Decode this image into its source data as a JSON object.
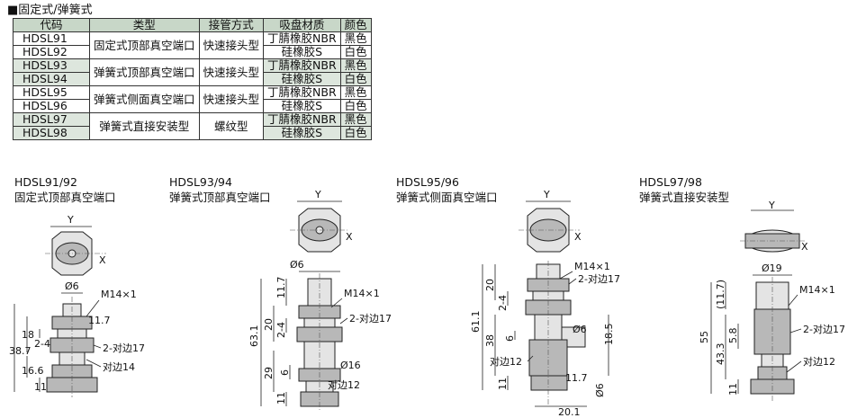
{
  "section_title": "■固定式/弹簧式",
  "table": {
    "headers": [
      "代码",
      "类型",
      "接管方式",
      "吸盘材质",
      "颜色"
    ],
    "rows": [
      {
        "code": "HDSL91",
        "type": "固定式顶部真空端口",
        "conn": "快速接头型",
        "material": "丁腈橡胶NBR",
        "color": "黑色"
      },
      {
        "code": "HDSL92",
        "type": "",
        "conn": "",
        "material": "硅橡胶S",
        "color": "白色"
      },
      {
        "code": "HDSL93",
        "type": "弹簧式顶部真空端口",
        "conn": "快速接头型",
        "material": "丁腈橡胶NBR",
        "color": "黑色"
      },
      {
        "code": "HDSL94",
        "type": "",
        "conn": "",
        "material": "硅橡胶S",
        "color": "白色"
      },
      {
        "code": "HDSL95",
        "type": "弹簧式侧面真空端口",
        "conn": "快速接头型",
        "material": "丁腈橡胶NBR",
        "color": "黑色"
      },
      {
        "code": "HDSL96",
        "type": "",
        "conn": "",
        "material": "硅橡胶S",
        "color": "白色"
      },
      {
        "code": "HDSL97",
        "type": "弹簧式直接安装型",
        "conn": "螺纹型",
        "material": "丁腈橡胶NBR",
        "color": "黑色"
      },
      {
        "code": "HDSL98",
        "type": "",
        "conn": "",
        "material": "硅橡胶S",
        "color": "白色"
      }
    ]
  },
  "drawings": [
    {
      "code": "HDSL91/92",
      "name": "固定式顶部真空端口",
      "dims": {
        "y": "Y",
        "x": "X",
        "d6": "Ø6",
        "thread": "M14×1",
        "h_total": "38.7",
        "h18": "18",
        "h24": "2-4",
        "h166": "16.6",
        "h11": "11",
        "h17": "11.7",
        "w17": "2-对边17",
        "w14": "对边14"
      }
    },
    {
      "code": "HDSL93/94",
      "name": "弹簧式顶部真空端口",
      "dims": {
        "y": "Y",
        "x": "X",
        "d6": "Ø6",
        "thread": "M14×1",
        "h_total": "63.1",
        "h117": "11.7",
        "h20": "20",
        "h24": "2-4",
        "h29": "29",
        "h6": "6",
        "h11": "11",
        "w17": "2-对边17",
        "d16": "Ø16",
        "w12": "对边12"
      }
    },
    {
      "code": "HDSL95/96",
      "name": "弹簧式侧面真空端口",
      "dims": {
        "y": "Y",
        "x": "X",
        "thread": "M14×1",
        "h_total": "61.1",
        "h20": "20",
        "h24": "2-4",
        "h38": "38",
        "h6": "6",
        "h11": "11",
        "h185": "18.5",
        "h117": "11.7",
        "d6a": "Ø6",
        "d6b": "Ø6",
        "w17": "2-对边17",
        "w12": "对边12",
        "w201": "20.1"
      }
    },
    {
      "code": "HDSL97/98",
      "name": "弹簧式直接安装型",
      "dims": {
        "y": "Y",
        "x": "X",
        "d19": "Ø19",
        "thread": "M14×1",
        "h_total": "55",
        "h117": "(11.7)",
        "h58": "5.8",
        "h433": "43.3",
        "h11": "11",
        "w17": "2-对边17",
        "w12": "对边12"
      }
    }
  ]
}
